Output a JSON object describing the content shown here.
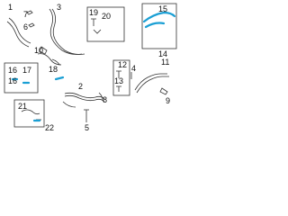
{
  "diagram": {
    "callouts": [
      {
        "id": "c1",
        "text": "1"
      },
      {
        "id": "c2",
        "text": "2"
      },
      {
        "id": "c3",
        "text": "3"
      },
      {
        "id": "c4",
        "text": "4"
      },
      {
        "id": "c5",
        "text": "5"
      },
      {
        "id": "c6",
        "text": "6"
      },
      {
        "id": "c7",
        "text": "7"
      },
      {
        "id": "c8",
        "text": "8"
      },
      {
        "id": "c9",
        "text": "9"
      },
      {
        "id": "c10",
        "text": "10"
      },
      {
        "id": "c11",
        "text": "11"
      },
      {
        "id": "c12",
        "text": "12"
      },
      {
        "id": "c13",
        "text": "13"
      },
      {
        "id": "c14",
        "text": "14"
      },
      {
        "id": "c15",
        "text": "15"
      },
      {
        "id": "c16a",
        "text": "16"
      },
      {
        "id": "c16b",
        "text": "16"
      },
      {
        "id": "c17",
        "text": "17"
      },
      {
        "id": "c18",
        "text": "18"
      },
      {
        "id": "c19",
        "text": "19"
      },
      {
        "id": "c20",
        "text": "20"
      },
      {
        "id": "c21",
        "text": "21"
      },
      {
        "id": "c22",
        "text": "22"
      }
    ],
    "highlight_color": "#1a9fd4",
    "line_color": "#333333"
  }
}
